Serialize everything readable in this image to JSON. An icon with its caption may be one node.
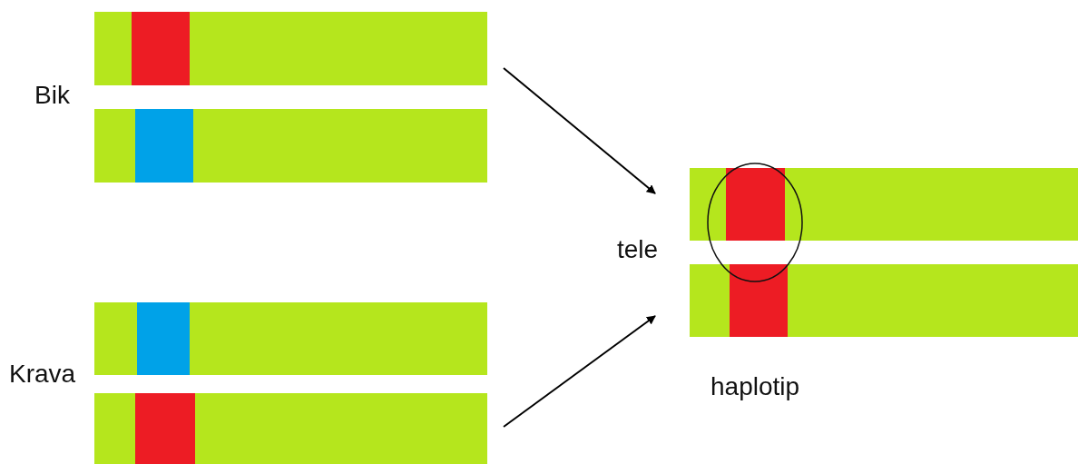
{
  "diagram": {
    "nodes": [
      {
        "text": [
          "Bik"
        ]
      },
      {
        "text": [
          "Krava"
        ]
      },
      {
        "text": [
          "tele"
        ]
      }
    ],
    "edges": [
      {
        "from": 0,
        "to": 2,
        "arrow": "to"
      },
      {
        "from": 1,
        "to": 2,
        "arrow": "to"
      }
    ],
    "labels": [
      "haplotip"
    ]
  }
}
